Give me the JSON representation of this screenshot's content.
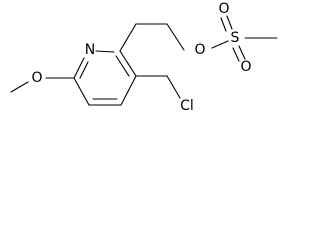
{
  "structure": {
    "atoms": {
      "ring_nitrogen": "N",
      "methoxy_oxygen": "O",
      "ester_oxygen": "O",
      "sulfur": "S",
      "sulfonyl_oxygen_top": "O",
      "sulfonyl_oxygen_bottom": "O",
      "chlorine": "Cl"
    },
    "colors": {
      "bond": "#000000",
      "label": "#000000",
      "background": "#ffffff"
    }
  }
}
